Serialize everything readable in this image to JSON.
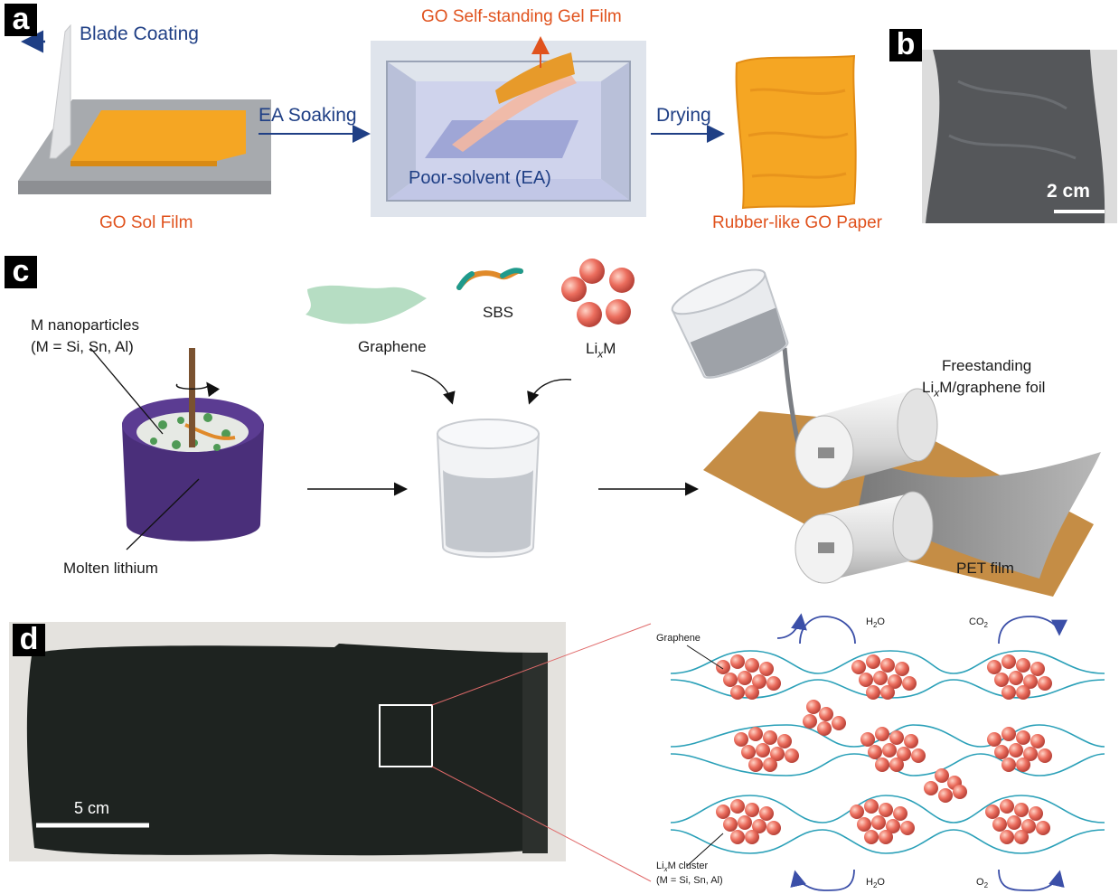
{
  "panels": {
    "a": {
      "tag": "a",
      "blade_coating": "Blade Coating",
      "go_sol_film": "GO Sol Film",
      "ea_soaking": "EA Soaking",
      "gel_film": "GO Self-standing Gel Film",
      "poor_solvent": "Poor-solvent (EA)",
      "drying": "Drying",
      "rubber_paper": "Rubber-like GO Paper"
    },
    "b": {
      "tag": "b",
      "scale": "2 cm"
    },
    "c": {
      "tag": "c",
      "m_nano_1": "M nanoparticles",
      "m_nano_2": "(M = Si, Sn, Al)",
      "molten_li": "Molten lithium",
      "graphene": "Graphene",
      "sbs": "SBS",
      "lixm_base": "Li",
      "lixm_sub": "x",
      "lixm_tail": "M",
      "freestanding": "Freestanding",
      "foil_base": "Li",
      "foil_sub": "x",
      "foil_tail": "M/graphene foil",
      "pet_film": "PET film"
    },
    "d": {
      "tag": "d",
      "scale": "5 cm",
      "graphene": "Graphene",
      "h2o_top_base": "H",
      "h2o_top_sub": "2",
      "h2o_top_tail": "O",
      "co2_base": "CO",
      "co2_sub": "2",
      "h2o_bot_base": "H",
      "h2o_bot_sub": "2",
      "h2o_bot_tail": "O",
      "o2_base": "O",
      "o2_sub": "2",
      "cluster_base": "Li",
      "cluster_sub": "x",
      "cluster_tail": "M cluster",
      "cluster_note": "(M = Si, Sn, Al)"
    }
  },
  "colors": {
    "orange_film": "#f5a623",
    "sphere": "#ec6e5e",
    "graphene_line": "#2aa0b8",
    "arrow_blue": "#1f3f85"
  }
}
